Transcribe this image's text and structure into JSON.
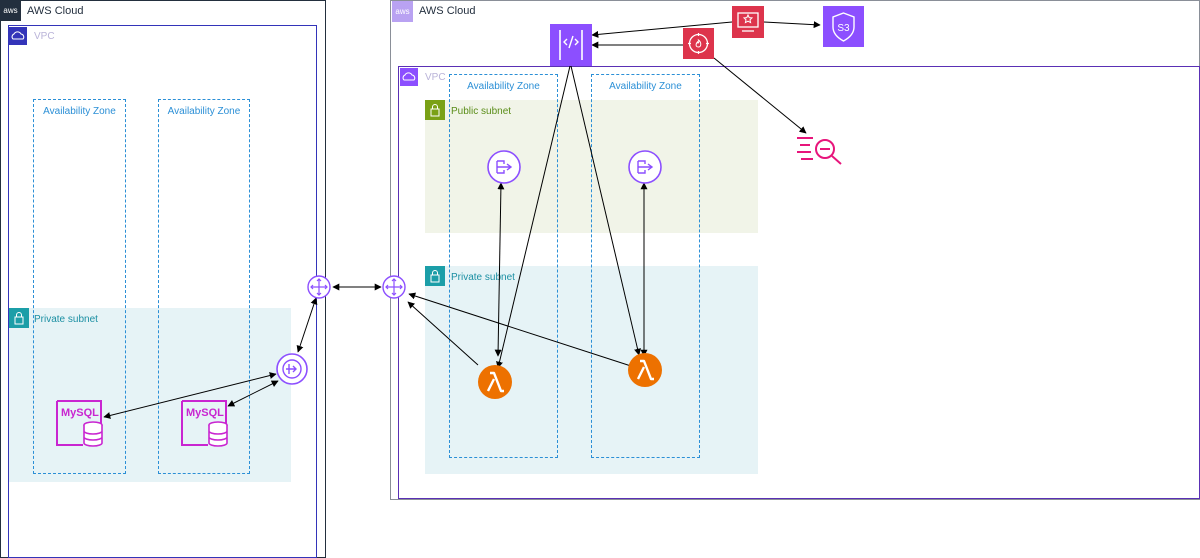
{
  "left": {
    "cloud_label": "AWS Cloud",
    "vpc_label": "VPC",
    "az1_label": "Availability Zone",
    "az2_label": "Availability Zone",
    "private_subnet_label": "Private subnet",
    "db1_label": "MySQL",
    "db2_label": "MySQL"
  },
  "right": {
    "cloud_label": "AWS Cloud",
    "vpc_label": "VPC",
    "az1_label": "Availability Zone",
    "az2_label": "Availability Zone",
    "public_subnet_label": "Public subnet",
    "private_subnet_label": "Private subnet",
    "s3_label": "S3"
  },
  "badge_text": "aws",
  "colors": {
    "lambda": "#ed7100",
    "purple": "#8c4fff",
    "magenta": "#c925d1",
    "red": "#dd344c",
    "pink": "#e7157b"
  }
}
